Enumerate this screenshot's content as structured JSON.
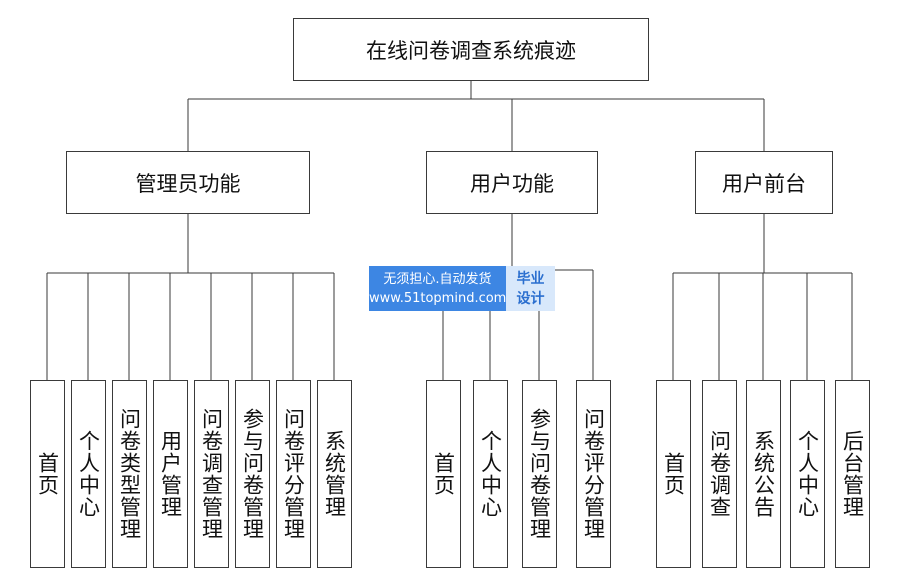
{
  "diagram": {
    "root": "在线问卷调查系统痕迹",
    "groups": [
      {
        "title": "管理员功能",
        "items": [
          "首页",
          "个人中心",
          "问卷类型管理",
          "用户管理",
          "问卷调查管理",
          "参与问卷管理",
          "问卷评分管理",
          "系统管理"
        ]
      },
      {
        "title": "用户功能",
        "items": [
          "首页",
          "个人中心",
          "参与问卷管理",
          "问卷评分管理"
        ]
      },
      {
        "title": "用户前台",
        "items": [
          "首页",
          "问卷调查",
          "系统公告",
          "个人中心",
          "后台管理"
        ]
      }
    ]
  },
  "watermark": {
    "line1": "无须担心.自动发货",
    "line2": "www.51topmind.com",
    "badge_line1": "毕业",
    "badge_line2": "设计"
  },
  "colors": {
    "line": "#3a3a3a",
    "watermark_blue": "#3d86e3",
    "watermark_badge_bg": "#d8e8fb",
    "watermark_badge_text": "#2b6fcf"
  }
}
